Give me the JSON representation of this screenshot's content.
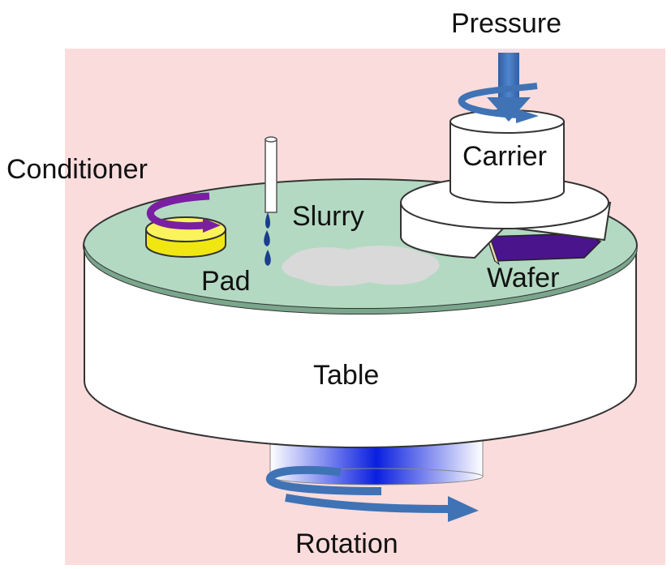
{
  "labels": {
    "pressure": "Pressure",
    "conditioner": "Conditioner",
    "carrier": "Carrier",
    "slurry": "Slurry",
    "pad": "Pad",
    "wafer": "Wafer",
    "table": "Table",
    "rotation": "Rotation"
  },
  "colors": {
    "background_panel": "#fbdcdc",
    "platen_pad": "#a8cfb5",
    "table_body": "#ffffff",
    "conditioner_pad": "#f5ee1a",
    "purple_arrow": "#7b1fa2",
    "blue_arrow": "#3f73b5",
    "slurry_drop": "#1a3e8c",
    "wafer": "#4a148c",
    "spindle_blue": "#0a1fe0"
  }
}
